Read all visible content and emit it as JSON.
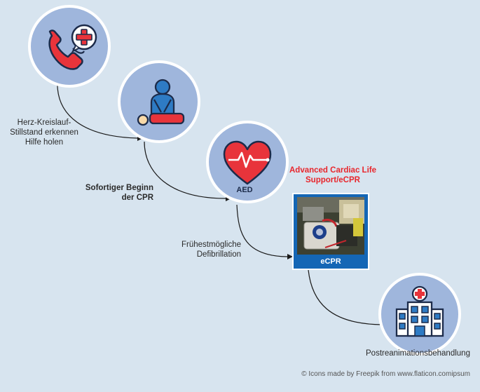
{
  "steps": {
    "recognize": {
      "lines": [
        "Herz-Kreislauf-",
        "Stillstand erkennen",
        "Hilfe holen"
      ]
    },
    "cpr": {
      "lines": [
        "Sofortiger Beginn",
        "der CPR"
      ]
    },
    "aed": {
      "icon_label": "AED",
      "lines": [
        "Frühestmögliche",
        "Defibrillation"
      ]
    },
    "acls": {
      "title_lines": [
        "Advanced Cardiac Life",
        "Support/eCPR"
      ],
      "photo_caption": "eCPR"
    },
    "post": {
      "label": "Postreanimationsbehandlung"
    }
  },
  "credit": "© Icons made by Freepik from www.flaticon.comipsum",
  "colors": {
    "background": "#d7e4ef",
    "circle_fill": "#9fb6dc",
    "ring": "#ffffff",
    "accent_red": "#e8262c",
    "ecpr_blue": "#1466b5",
    "connector": "#1a1a1a"
  },
  "icons": [
    "phone-call-medical-icon",
    "cpr-chest-compression-icon",
    "heart-pulse-icon",
    "ecpr-machine-photo",
    "hospital-icon"
  ]
}
